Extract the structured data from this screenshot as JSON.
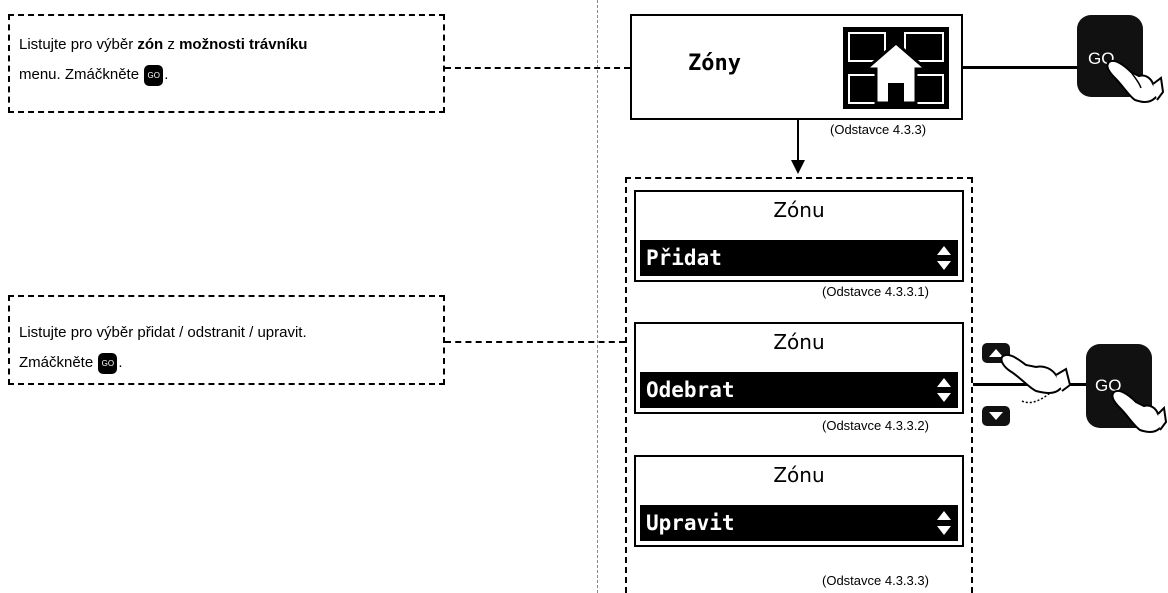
{
  "notes": {
    "top": {
      "prefix": "Listujte pro výběr ",
      "bold1": "zón",
      "mid": " z ",
      "bold2": "možnosti trávníku",
      "line2_prefix": "menu. Zmáčkněte ",
      "line2_suffix": "."
    },
    "middle": {
      "line1": "Listujte pro výběr přidat / odstranit / upravit.",
      "line2_prefix": "Zmáčkněte ",
      "line2_suffix": "."
    },
    "go_icon_label": "GO"
  },
  "main_screen": {
    "label": "Zóny",
    "icon": "zone-map-house-icon",
    "caption": "(Odstavce 4.3.3)"
  },
  "submenu_screens": [
    {
      "title": "Zónu",
      "selection": "Přidat",
      "caption": "(Odstavce 4.3.3.1)"
    },
    {
      "title": "Zónu",
      "selection": "Odebrat",
      "caption": "(Odstavce 4.3.3.2)"
    },
    {
      "title": "Zónu",
      "selection": "Upravit",
      "caption": "(Odstavce 4.3.3.3)"
    }
  ],
  "buttons": {
    "go_label": "GO",
    "up_icon": "up-arrow-icon",
    "down_icon": "down-arrow-icon"
  },
  "colors": {
    "ink": "#000000",
    "background": "#ffffff"
  }
}
